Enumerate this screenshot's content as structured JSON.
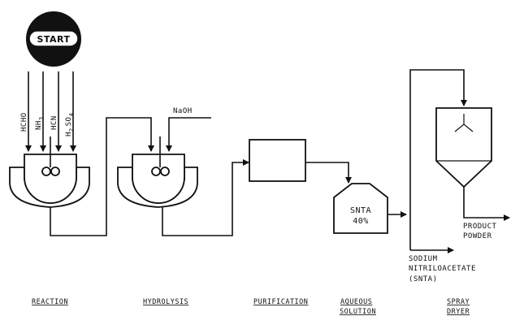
{
  "start": {
    "label": "START"
  },
  "reactants": {
    "hcho": "HCHO",
    "nh3": "NH",
    "nh3_sub": "3",
    "hcn": "HCN",
    "h2so4_a": "H",
    "h2so4_sub1": "2",
    "h2so4_b": "SO",
    "h2so4_sub2": "4"
  },
  "naoh": "NaOH",
  "snta_tank": {
    "line1": "SNTA",
    "line2": "40%"
  },
  "product": {
    "line1": "PRODUCT",
    "line2": "POWDER"
  },
  "snta_label": {
    "line1": "SODIUM",
    "line2": "NITRILOACETATE",
    "line3": "(SNTA)"
  },
  "stages": {
    "reaction": "REACTION",
    "hydrolysis": "HYDROLYSIS",
    "purification": "PURIFICATION",
    "aqueous_1": "AQUEOUS",
    "aqueous_2": "SOLUTION",
    "spray_1": "SPRAY",
    "spray_2": "DRYER"
  },
  "colors": {
    "ink": "#111111",
    "background": "#ffffff"
  }
}
